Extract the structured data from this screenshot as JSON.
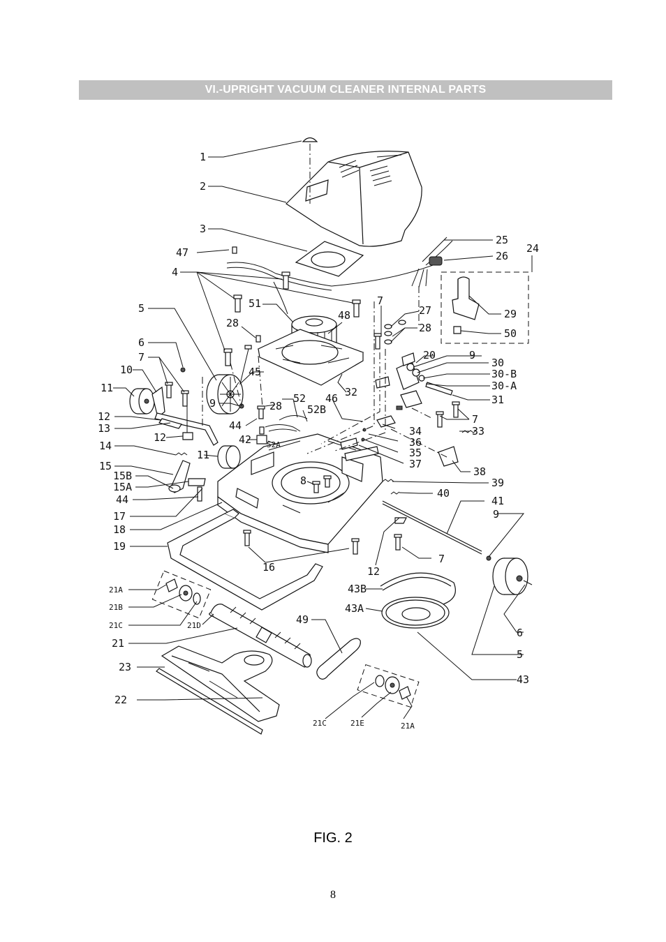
{
  "section_title": "VI.-UPRIGHT VACUUM CLEANER INTERNAL PARTS",
  "figure_caption": "FIG. 2",
  "page_number": "8",
  "part_labels": {
    "p1": "1",
    "p2": "2",
    "p3": "3",
    "p47": "47",
    "p4": "4",
    "p5": "5",
    "p6": "6",
    "p7a": "7",
    "p10": "10",
    "p11a": "11",
    "p12a": "12",
    "p13": "13",
    "p12b": "12",
    "p14": "14",
    "p15": "15",
    "p15b": "15B",
    "p15a": "15A",
    "p44a": "44",
    "p17": "17",
    "p18": "18",
    "p19": "19",
    "p21a_l": "21A",
    "p21b": "21B",
    "p21c_l": "21C",
    "p21": "21",
    "p21d": "21D",
    "p23": "23",
    "p22": "22",
    "p25": "25",
    "p26": "26",
    "p24": "24",
    "p29": "29",
    "p50": "50",
    "p51": "51",
    "p48": "48",
    "p28a": "28",
    "p45": "45",
    "p32": "32",
    "p7b": "7",
    "p27": "27",
    "p28b": "28",
    "p20": "20",
    "p9a": "9",
    "p30": "30",
    "p30b": "30-B",
    "p30a": "30-A",
    "p31": "31",
    "p7c": "7",
    "p33": "33",
    "p38": "38",
    "p39": "39",
    "p40": "40",
    "p41": "41",
    "p9b": "9",
    "p52": "52",
    "p52b": "52B",
    "p46": "46",
    "p28c": "28",
    "p44b": "44",
    "p42": "42",
    "p52a": "52A",
    "p9c": "9",
    "p11b": "11",
    "p8": "8",
    "p34": "34",
    "p36": "36",
    "p35": "35",
    "p37": "37",
    "p16": "16",
    "p12c": "12",
    "p7d": "7",
    "p43b": "43B",
    "p43a": "43A",
    "p6b": "6",
    "p5b": "5",
    "p43": "43",
    "p49": "49",
    "p21c_r": "21C",
    "p21e": "21E",
    "p21a_r": "21A"
  }
}
